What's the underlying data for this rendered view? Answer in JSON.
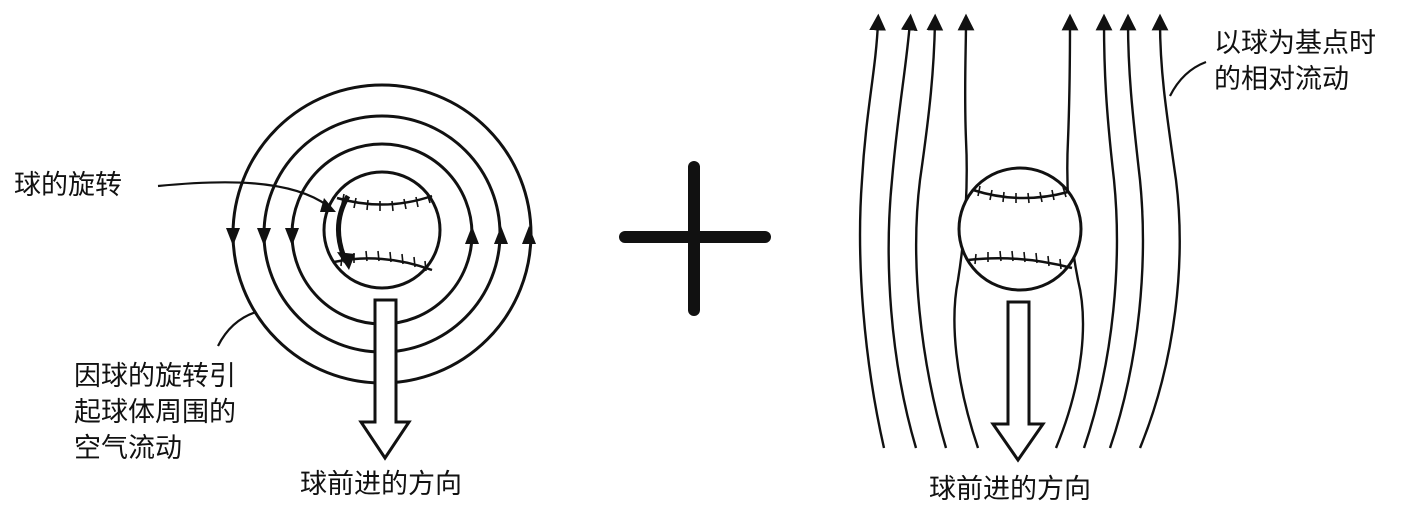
{
  "left_panel": {
    "spin_label": "球的旋转",
    "airflow_label_lines": [
      "因球的旋转引",
      "起球体周围的",
      "空气流动"
    ],
    "direction_label": "球前进的方向"
  },
  "operator": "+",
  "right_panel": {
    "relative_flow_label_lines": [
      "以球为基点时",
      "的相对流动"
    ],
    "direction_label": "球前进的方向"
  },
  "colors": {
    "ink": "#111111",
    "background": "#ffffff"
  }
}
